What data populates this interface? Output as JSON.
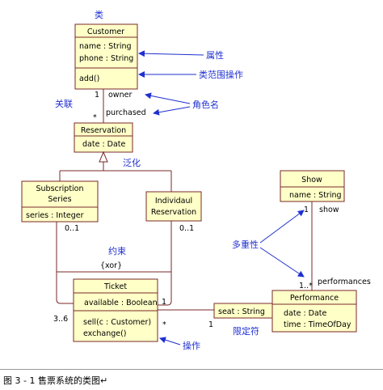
{
  "classes": {
    "customer": {
      "name": "Customer",
      "attributes": [
        "name : String",
        "phone : String"
      ],
      "operations": [
        "add()"
      ]
    },
    "reservation": {
      "name": "Reservation",
      "attributes": [
        "date : Date"
      ]
    },
    "subscription": {
      "name_lines": [
        "Subscription",
        "Series"
      ],
      "attributes": [
        "series : Integer"
      ]
    },
    "individual": {
      "name_lines": [
        "Individaul",
        "Reservation"
      ]
    },
    "show": {
      "name": "Show",
      "attributes": [
        "name : String"
      ]
    },
    "ticket": {
      "name": "Ticket",
      "attributes": [
        "available : Boolean"
      ],
      "operations": [
        "sell(c : Customer)",
        "exchange()"
      ]
    },
    "performance": {
      "name": "Performance",
      "attributes": [
        "date : Date",
        "time : TimeOfDay"
      ]
    }
  },
  "association_labels": {
    "one_customer": "1",
    "owner": "owner",
    "many_reservation": "*",
    "purchased": "purchased",
    "sub_mult": "0..1",
    "ind_mult": "0..1",
    "xor": "{xor}",
    "ticket_left_mult": "3..6",
    "ticket_right_one": "1",
    "ticket_right_many": "*",
    "qualifier": "seat : String",
    "perf_one": "1",
    "show_one": "1",
    "show_role": "show",
    "perf_many": "1..*",
    "performances": "performances"
  },
  "annotations": {
    "class": "类",
    "attribute": "属性",
    "operation_scope": "类范围操作",
    "association": "关联",
    "role_name": "角色名",
    "generalization": "泛化",
    "constraint": "约束",
    "multiplicity": "多重性",
    "qualifier": "限定符",
    "operation": "操作"
  },
  "caption": "图 3 - 1  售票系统的类图↵",
  "colors": {
    "class_fill": "#ffffc8",
    "class_border": "#7a2a2a",
    "annotation": "#1f2fd0"
  }
}
